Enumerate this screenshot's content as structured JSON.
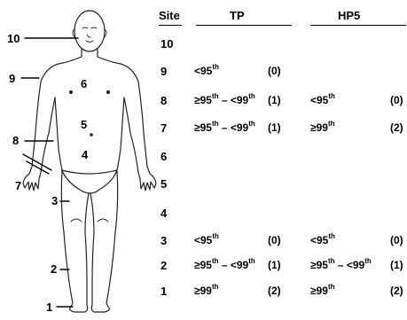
{
  "body_labels": [
    "10",
    "9",
    "6",
    "5",
    "8",
    "4",
    "7",
    "3",
    "2",
    "1"
  ],
  "table": {
    "headers": {
      "site": "Site",
      "tp": "TP",
      "hp5": "HP5"
    },
    "rows": [
      {
        "site": "10",
        "tp": null,
        "hp5": null
      },
      {
        "site": "9",
        "tp": {
          "pre": "<95",
          "sup1": "th",
          "mid": "",
          "sup2": "",
          "score": "(0)"
        },
        "hp5": null
      },
      {
        "site": "8",
        "tp": {
          "pre": "≥95",
          "sup1": "th",
          "mid": " – <99",
          "sup2": "th",
          "score": "(1)"
        },
        "hp5": {
          "pre": "<95",
          "sup1": "th",
          "mid": "",
          "sup2": "",
          "score": "(0)"
        }
      },
      {
        "site": "7",
        "tp": {
          "pre": "≥95",
          "sup1": "th",
          "mid": " – <99",
          "sup2": "th",
          "score": "(1)"
        },
        "hp5": {
          "pre": "≥99",
          "sup1": "th",
          "mid": "",
          "sup2": "",
          "score": "(2)"
        }
      },
      {
        "site": "6",
        "tp": null,
        "hp5": null
      },
      {
        "site": "5",
        "tp": null,
        "hp5": null
      },
      {
        "site": "4",
        "tp": null,
        "hp5": null
      },
      {
        "site": "3",
        "tp": {
          "pre": "<95",
          "sup1": "th",
          "mid": "",
          "sup2": "",
          "score": "(0)"
        },
        "hp5": {
          "pre": "<95",
          "sup1": "th",
          "mid": "",
          "sup2": "",
          "score": "(0)"
        }
      },
      {
        "site": "2",
        "tp": {
          "pre": "≥95",
          "sup1": "th",
          "mid": " – <99",
          "sup2": "th",
          "score": "(1)"
        },
        "hp5": {
          "pre": "≥95",
          "sup1": "th",
          "mid": " – <99",
          "sup2": "th",
          "score": "(1)"
        }
      },
      {
        "site": "1",
        "tp": {
          "pre": "≥99",
          "sup1": "th",
          "mid": "",
          "sup2": "",
          "score": "(2)"
        },
        "hp5": {
          "pre": "≥99",
          "sup1": "th",
          "mid": "",
          "sup2": "",
          "score": "(2)"
        }
      }
    ]
  }
}
